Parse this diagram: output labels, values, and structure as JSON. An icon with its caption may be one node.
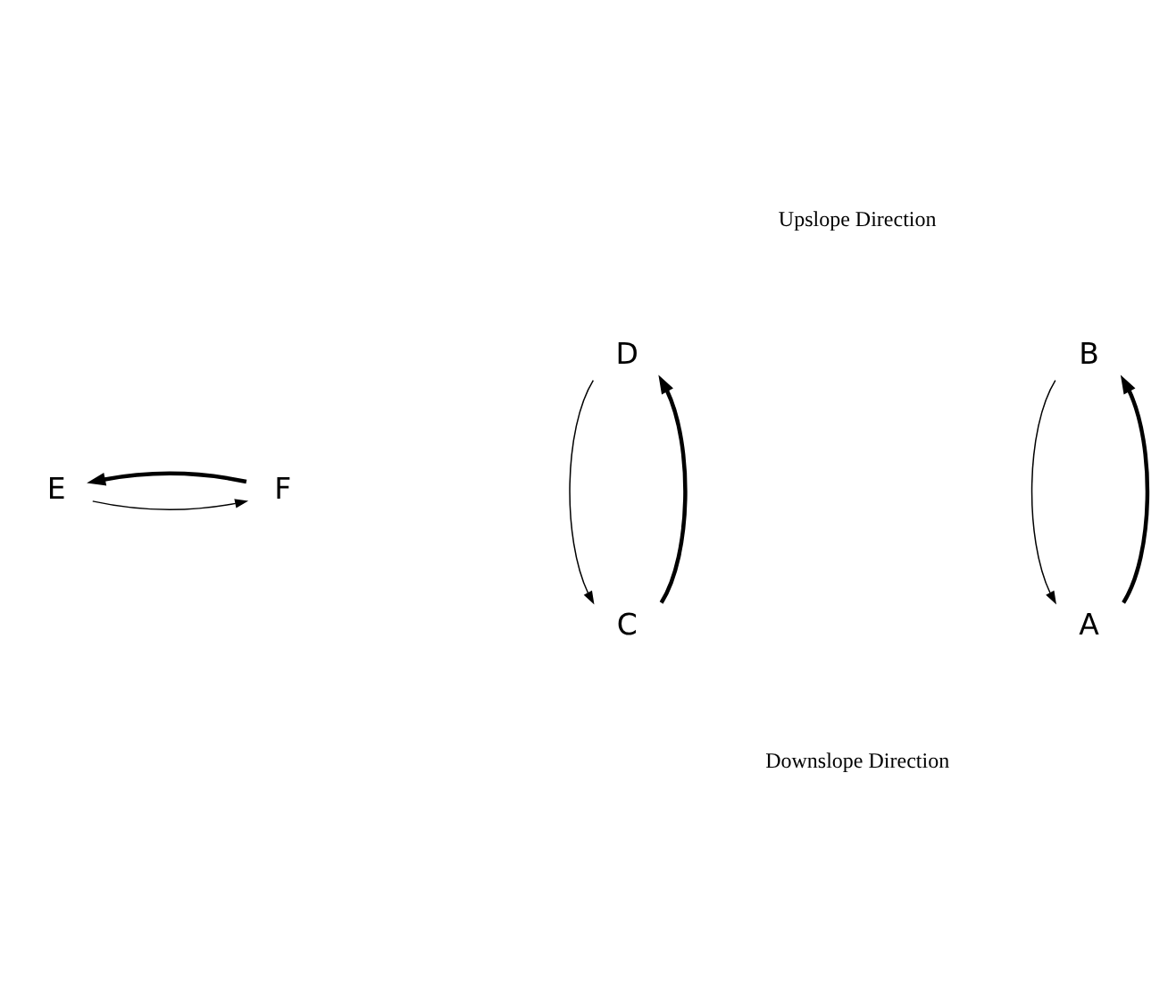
{
  "diagram": {
    "nodes": [
      {
        "text": [
          "D"
        ]
      },
      {
        "text": [
          "B"
        ]
      },
      {
        "text": [
          "E"
        ]
      },
      {
        "text": [
          "F"
        ]
      },
      {
        "text": [
          "C"
        ]
      },
      {
        "text": [
          "A"
        ]
      }
    ],
    "edges": [
      {
        "from": 0,
        "to": 4,
        "arrow": "to"
      },
      {
        "from": 4,
        "to": 0,
        "arrow": "to",
        "style": "thick"
      },
      {
        "from": 5,
        "to": 1,
        "arrow": "to",
        "style": "thick"
      },
      {
        "from": 1,
        "to": 5,
        "arrow": "to"
      },
      {
        "from": 2,
        "to": 3,
        "arrow": "to"
      },
      {
        "from": 3,
        "to": 2,
        "arrow": "to",
        "style": "thick"
      }
    ],
    "labels": [
      "Upslope Direction",
      "Downslope Direction"
    ]
  }
}
